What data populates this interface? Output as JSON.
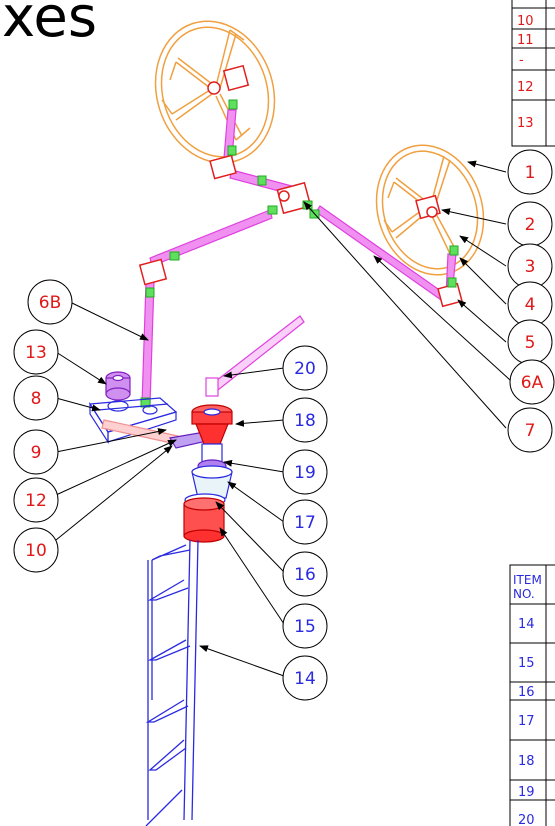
{
  "title_fragment": "xes",
  "colors": {
    "balloon_text": "#e01818",
    "drive_parts": "#e040e0",
    "couplings": "#33cc33",
    "handwheels": "#f0a040",
    "blue_parts": "#2a2ae0",
    "red_parts": "#e02020",
    "table_red": "#e01818",
    "table_blue": "#2a2ae0"
  },
  "balloons": [
    "1",
    "2",
    "3",
    "4",
    "5",
    "6A",
    "7",
    "6B",
    "13",
    "8",
    "9",
    "12",
    "10",
    "20",
    "18",
    "19",
    "17",
    "16",
    "15",
    "14"
  ],
  "top_table": {
    "rows": [
      "10",
      "11",
      "-",
      "12",
      "13"
    ]
  },
  "bottom_table": {
    "header": [
      "ITEM",
      "NO."
    ],
    "rows": [
      "14",
      "15",
      "16",
      "17",
      "18",
      "19",
      "20"
    ]
  }
}
